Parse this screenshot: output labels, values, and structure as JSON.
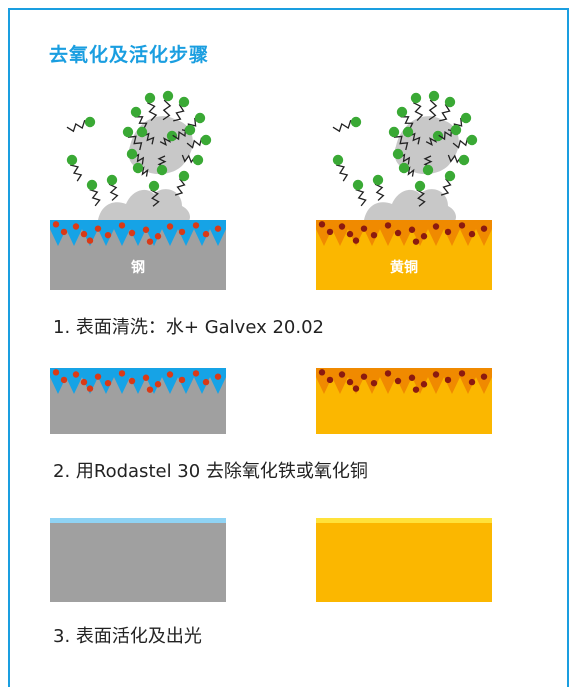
{
  "title": "去氧化及活化步骤",
  "materials": {
    "steel": "钢",
    "brass": "黄铜"
  },
  "steps": [
    {
      "caption": "1. 表面清洗：水+ Galvex 20.02"
    },
    {
      "caption": "2. 用Rodastel 30 去除氧化铁或氧化铜"
    },
    {
      "caption": "3. 表面活化及出光"
    }
  ],
  "colors": {
    "accent": "#1a9ee0",
    "steel": "#a0a0a0",
    "steel_oxide": "#16a3e6",
    "brass": "#fbb700",
    "brass_oxide": "#f08a00",
    "particle_red": "#d93a17",
    "particle_dark": "#8b1a10",
    "grease": "#c8c8c8",
    "molecule_green": "#3aa935"
  }
}
